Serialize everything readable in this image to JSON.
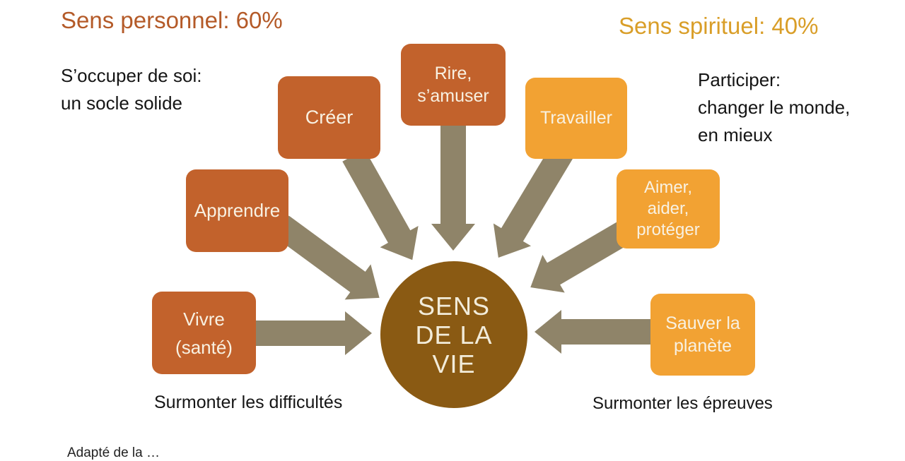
{
  "header": {
    "personal": {
      "title": "Sens personnel: 60%",
      "color": "#B45A28"
    },
    "spiritual": {
      "title": "Sens spirituel: 40%",
      "color": "#D99E28"
    }
  },
  "annotations": {
    "personal": {
      "lines": [
        "S’occuper de soi:",
        "un socle solide"
      ]
    },
    "spiritual": {
      "lines": [
        "Participer:",
        "changer le monde,",
        "en mieux"
      ]
    },
    "bottom_left": "Surmonter les difficultés",
    "bottom_right": "Surmonter les épreuves"
  },
  "center_node": {
    "lines": [
      "SENS",
      "DE LA",
      "VIE"
    ],
    "color": "#8A5A13",
    "text_color": "#F2ECDA"
  },
  "nodes": {
    "personal_color": "#C2622C",
    "spiritual_color": "#F2A233",
    "personal": [
      {
        "id": "vivre",
        "lines": [
          "Vivre",
          "(santé)"
        ]
      },
      {
        "id": "apprendre",
        "lines": [
          "Apprendre"
        ]
      },
      {
        "id": "creer",
        "lines": [
          "Créer"
        ]
      },
      {
        "id": "rire",
        "lines": [
          "Rire,",
          "s’amuser"
        ]
      }
    ],
    "spiritual": [
      {
        "id": "travailler",
        "lines": [
          "Travailler"
        ]
      },
      {
        "id": "aimer",
        "lines": [
          "Aimer,",
          "aider,",
          "protéger"
        ]
      },
      {
        "id": "sauver",
        "lines": [
          "Sauver la",
          "planète"
        ]
      }
    ]
  },
  "arrow_color": "#8F8469",
  "footer": {
    "clipped_text": "Adapté de la …"
  }
}
